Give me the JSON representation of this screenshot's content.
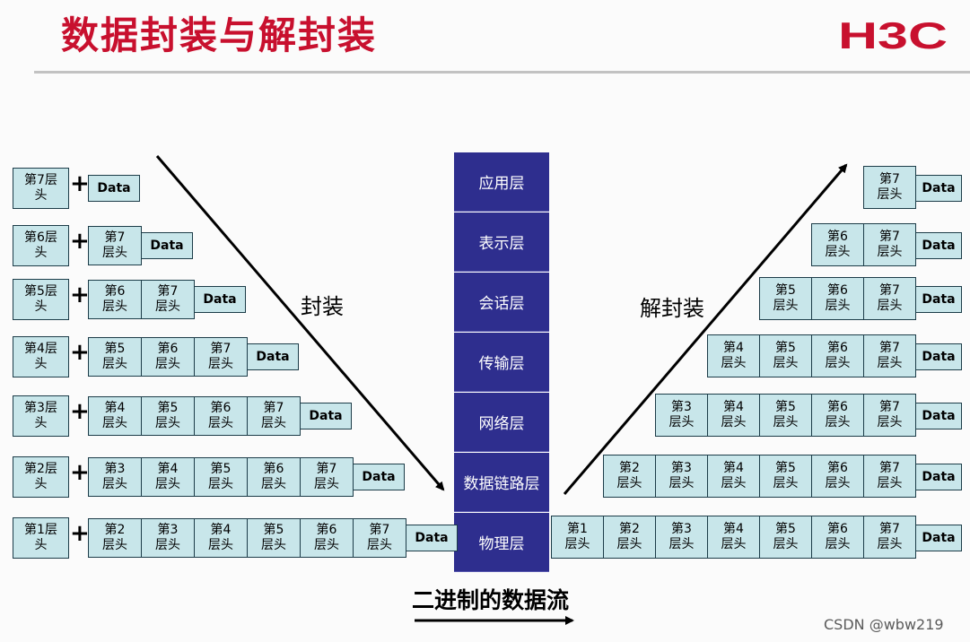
{
  "title": "数据封装与解封装",
  "logo_text": "H3C",
  "labels": {
    "encap": "封装",
    "decap": "解封装",
    "stream": "二进制的数据流"
  },
  "watermark": "CSDN @wbw219",
  "layers": [
    "应用层",
    "表示层",
    "会话层",
    "传输层",
    "网络层",
    "数据链路层",
    "物理层"
  ],
  "left_rows": [
    {
      "first": "第7层\n头",
      "headers": [],
      "data": "Data"
    },
    {
      "first": "第6层\n头",
      "headers": [
        "第7\n层头"
      ],
      "data": "Data"
    },
    {
      "first": "第5层\n头",
      "headers": [
        "第6\n层头",
        "第7\n层头"
      ],
      "data": "Data"
    },
    {
      "first": "第4层\n头",
      "headers": [
        "第5\n层头",
        "第6\n层头",
        "第7\n层头"
      ],
      "data": "Data"
    },
    {
      "first": "第3层\n头",
      "headers": [
        "第4\n层头",
        "第5\n层头",
        "第6\n层头",
        "第7\n层头"
      ],
      "data": "Data"
    },
    {
      "first": "第2层\n头",
      "headers": [
        "第3\n层头",
        "第4\n层头",
        "第5\n层头",
        "第6\n层头",
        "第7\n层头"
      ],
      "data": "Data"
    },
    {
      "first": "第1层\n头",
      "headers": [
        "第2\n层头",
        "第3\n层头",
        "第4\n层头",
        "第5\n层头",
        "第6\n层头",
        "第7\n层头"
      ],
      "data": "Data"
    }
  ],
  "right_rows": [
    {
      "headers": [
        "第7\n层头"
      ],
      "data": "Data"
    },
    {
      "headers": [
        "第6\n层头",
        "第7\n层头"
      ],
      "data": "Data"
    },
    {
      "headers": [
        "第5\n层头",
        "第6\n层头",
        "第7\n层头"
      ],
      "data": "Data"
    },
    {
      "headers": [
        "第4\n层头",
        "第5\n层头",
        "第6\n层头",
        "第7\n层头"
      ],
      "data": "Data"
    },
    {
      "headers": [
        "第3\n层头",
        "第4\n层头",
        "第5\n层头",
        "第6\n层头",
        "第7\n层头"
      ],
      "data": "Data"
    },
    {
      "headers": [
        "第2\n层头",
        "第3\n层头",
        "第4\n层头",
        "第5\n层头",
        "第6\n层头",
        "第7\n层头"
      ],
      "data": "Data"
    },
    {
      "headers": [
        "第1\n层头",
        "第2\n层头",
        "第3\n层头",
        "第4\n层头",
        "第5\n层头",
        "第6\n层头",
        "第7\n层头"
      ],
      "data": "Data"
    }
  ]
}
